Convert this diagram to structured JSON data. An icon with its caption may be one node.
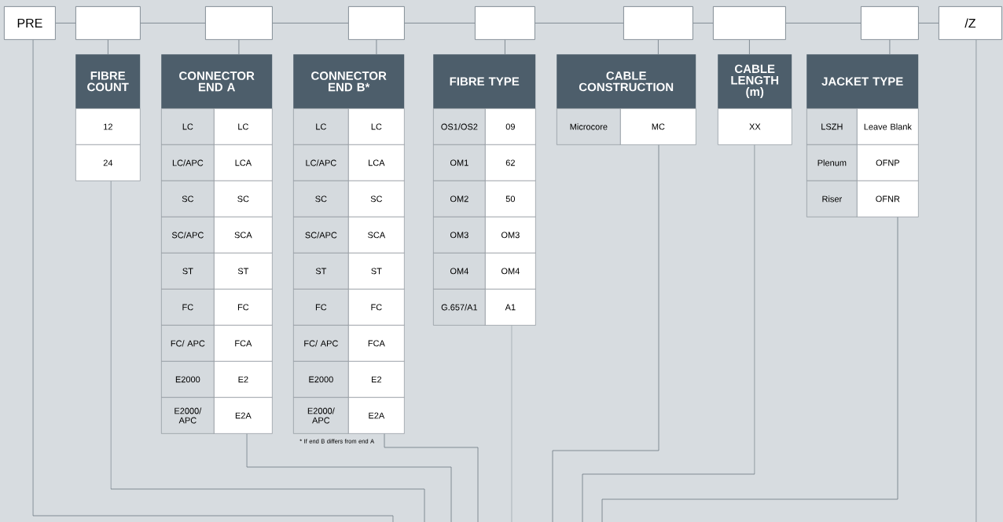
{
  "diagram": {
    "nodes": [
      {
        "text": [
          "PRE"
        ]
      },
      {
        "text": [],
        "shape": "box"
      },
      {
        "text": [],
        "shape": "box"
      },
      {
        "text": [],
        "shape": "box"
      },
      {
        "text": [],
        "shape": "box"
      },
      {
        "text": [],
        "shape": "box"
      },
      {
        "text": [],
        "shape": "box"
      },
      {
        "text": [],
        "shape": "box"
      },
      {
        "text": [
          "/Z"
        ]
      },
      {
        "text": [
          "FIBRE COUNT"
        ]
      },
      {
        "text": [
          "CONNECTOR END A"
        ]
      },
      {
        "text": [
          "CONNECTOR END B*"
        ]
      },
      {
        "text": [
          "FIBRE TYPE"
        ]
      },
      {
        "text": [
          "CABLE CONSTRUCTION"
        ]
      },
      {
        "text": [
          "CABLE LENGTH (m)"
        ]
      },
      {
        "text": [
          "JACKET TYPE"
        ]
      },
      {
        "text": [
          "12"
        ]
      },
      {
        "text": [
          "24"
        ]
      },
      {
        "text": [
          "LC"
        ]
      },
      {
        "text": [
          "LC"
        ]
      },
      {
        "text": [
          "LC/APC"
        ]
      },
      {
        "text": [
          "LCA"
        ]
      },
      {
        "text": [
          "SC"
        ]
      },
      {
        "text": [
          "SC"
        ]
      },
      {
        "text": [
          "SC/APC"
        ]
      },
      {
        "text": [
          "SCA"
        ]
      },
      {
        "text": [
          "ST"
        ]
      },
      {
        "text": [
          "ST"
        ]
      },
      {
        "text": [
          "FC"
        ]
      },
      {
        "text": [
          "FC"
        ]
      },
      {
        "text": [
          "FC/ APC"
        ]
      },
      {
        "text": [
          "FCA"
        ]
      },
      {
        "text": [
          "E2000"
        ]
      },
      {
        "text": [
          "E2"
        ]
      },
      {
        "text": [
          "E2000/ APC"
        ]
      },
      {
        "text": [
          "E2A"
        ]
      },
      {
        "text": [
          "LC"
        ]
      },
      {
        "text": [
          "LC"
        ]
      },
      {
        "text": [
          "LC/APC"
        ]
      },
      {
        "text": [
          "LCA"
        ]
      },
      {
        "text": [
          "SC"
        ]
      },
      {
        "text": [
          "SC"
        ]
      },
      {
        "text": [
          "SC/APC"
        ]
      },
      {
        "text": [
          "SCA"
        ]
      },
      {
        "text": [
          "ST"
        ]
      },
      {
        "text": [
          "ST"
        ]
      },
      {
        "text": [
          "FC"
        ]
      },
      {
        "text": [
          "FC"
        ]
      },
      {
        "text": [
          "FC/ APC"
        ]
      },
      {
        "text": [
          "FCA"
        ]
      },
      {
        "text": [
          "E2000"
        ]
      },
      {
        "text": [
          "E2"
        ]
      },
      {
        "text": [
          "E2000/ APC"
        ]
      },
      {
        "text": [
          "E2A"
        ]
      },
      {
        "text": [
          "OS1/OS2"
        ]
      },
      {
        "text": [
          "09"
        ]
      },
      {
        "text": [
          "OM1"
        ]
      },
      {
        "text": [
          "62"
        ]
      },
      {
        "text": [
          "OM2"
        ]
      },
      {
        "text": [
          "50"
        ]
      },
      {
        "text": [
          "OM3"
        ]
      },
      {
        "text": [
          "OM3"
        ]
      },
      {
        "text": [
          "OM4"
        ]
      },
      {
        "text": [
          "OM4"
        ]
      },
      {
        "text": [
          "G.657/A1"
        ]
      },
      {
        "text": [
          "A1"
        ]
      },
      {
        "text": [
          "Microcore"
        ]
      },
      {
        "text": [
          "MC"
        ]
      },
      {
        "text": [
          "XX"
        ]
      },
      {
        "text": [
          "LSZH"
        ]
      },
      {
        "text": [
          "Leave Blank"
        ]
      },
      {
        "text": [
          "Plenum"
        ]
      },
      {
        "text": [
          "OFNP"
        ]
      },
      {
        "text": [
          "Riser"
        ]
      },
      {
        "text": [
          "OFNR"
        ]
      }
    ],
    "edges": [
      {
        "from": 0,
        "to": 1,
        "arrow": "none"
      },
      {
        "from": 1,
        "to": 2,
        "arrow": "none"
      },
      {
        "from": 2,
        "to": 3,
        "arrow": "none"
      },
      {
        "from": 3,
        "to": 4,
        "arrow": "none"
      },
      {
        "from": 4,
        "to": 5,
        "arrow": "none"
      },
      {
        "from": 5,
        "to": 6,
        "arrow": "none"
      },
      {
        "from": 6,
        "to": 7,
        "arrow": "none"
      },
      {
        "from": 7,
        "to": 8,
        "arrow": "none"
      },
      {
        "from": 1,
        "to": 9,
        "arrow": "none"
      },
      {
        "from": 2,
        "to": 10,
        "arrow": "none"
      },
      {
        "from": 3,
        "to": 11,
        "arrow": "none"
      },
      {
        "from": 4,
        "to": 12,
        "arrow": "none"
      },
      {
        "from": 5,
        "to": 13,
        "arrow": "none"
      },
      {
        "from": 6,
        "to": 14,
        "arrow": "none"
      },
      {
        "from": 7,
        "to": 15,
        "arrow": "none"
      },
      {
        "from": 0,
        "to": null,
        "arrow": "none"
      },
      {
        "from": 17,
        "to": null,
        "arrow": "none"
      },
      {
        "from": 35,
        "to": null,
        "arrow": "none"
      },
      {
        "from": 53,
        "to": null,
        "arrow": "none"
      },
      {
        "from": 65,
        "to": null,
        "arrow": "none"
      },
      {
        "from": 67,
        "to": null,
        "arrow": "none"
      },
      {
        "from": 68,
        "to": null,
        "arrow": "none"
      },
      {
        "from": 74,
        "to": null,
        "arrow": "none"
      },
      {
        "from": 8,
        "to": null,
        "arrow": "none"
      }
    ],
    "labels": [
      "* If end B differs from end A"
    ]
  }
}
